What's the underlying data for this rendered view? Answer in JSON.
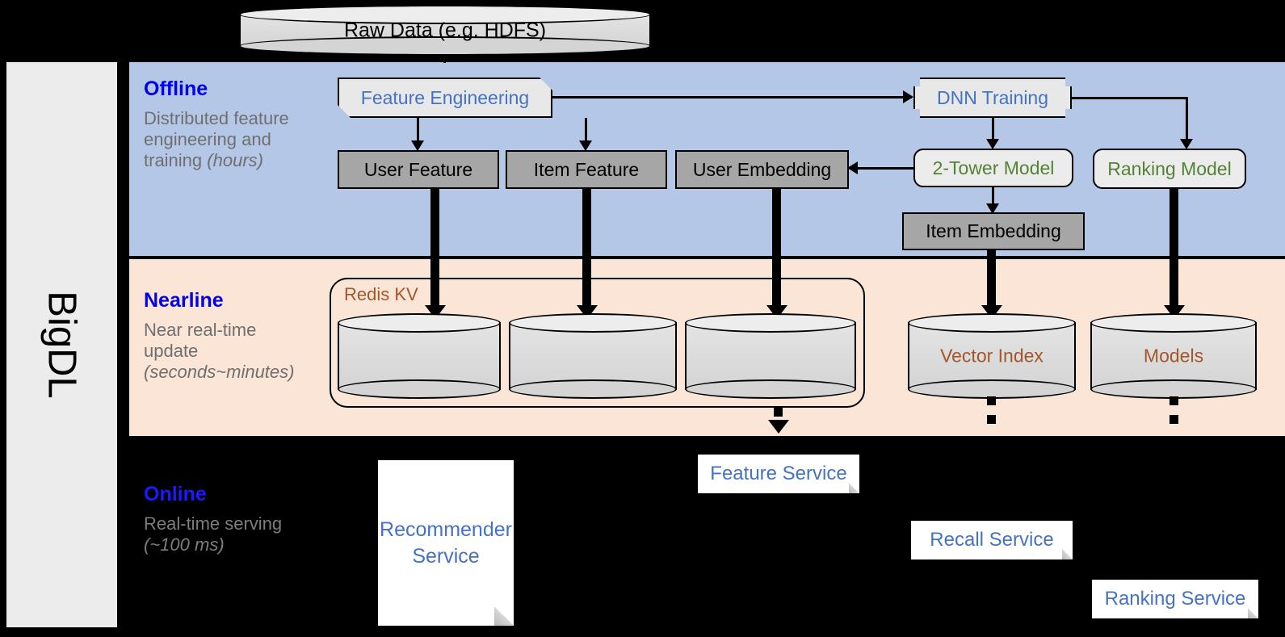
{
  "platform": {
    "name": "BigDL"
  },
  "source": {
    "label": "Raw Data (e.g. HDFS)"
  },
  "bands": {
    "offline": {
      "title": "Offline",
      "subtitle_main": "Distributed feature engineering and training ",
      "subtitle_em": "(hours)",
      "bg": "#b4c7e7"
    },
    "nearline": {
      "title": "Nearline",
      "subtitle_main": "Near real-time update ",
      "subtitle_em": "(seconds~minutes)",
      "bg": "#fbe5d6"
    },
    "online": {
      "title": "Online",
      "subtitle_main": "Real-time serving ",
      "subtitle_em": "(~100 ms)",
      "bg": "#000000"
    }
  },
  "offline_nodes": {
    "feature_engineering": "Feature Engineering",
    "dnn_training": "DNN Training",
    "user_feature": "User Feature",
    "item_feature": "Item Feature",
    "user_embedding": "User Embedding",
    "two_tower_model": "2-Tower Model",
    "ranking_model": "Ranking Model",
    "item_embedding": "Item Embedding"
  },
  "nearline_nodes": {
    "redis_group_label": "Redis KV",
    "store_user_feature": "",
    "store_item_feature": "",
    "store_user_embedding": "",
    "vector_index": "Vector Index",
    "models": "Models"
  },
  "online_nodes": {
    "recommender_service": "Recommender Service",
    "feature_service": "Feature Service",
    "recall_service": "Recall Service",
    "ranking_service": "Ranking Service"
  },
  "colors": {
    "offline_band": "#b4c7e7",
    "nearline_band": "#fbe5d6",
    "online_band": "#000000",
    "band_title": "#0000ee",
    "band_subtitle": "#6f6f6f",
    "blue_text": "#4472c4",
    "green_text": "#548235",
    "brown_text": "#a3562a",
    "gray_box": "#a6a6a6",
    "sidebar": "#ececec"
  }
}
